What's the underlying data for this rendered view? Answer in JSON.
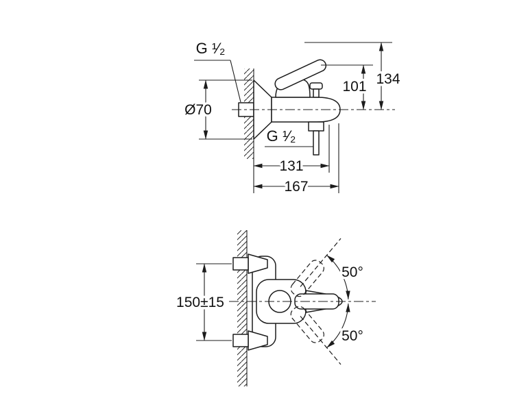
{
  "drawing": {
    "type": "technical-dimension-drawing",
    "line_color": "#1c1c1c",
    "background_color": "#ffffff",
    "views": {
      "side": {
        "thread_top": "G ¹⁄₂",
        "thread_bottom": "G ¹⁄₂",
        "flange_diameter": "Ø70",
        "height_to_lever": "101",
        "height_overall": "134",
        "depth_to_outlet": "131",
        "depth_overall": "167"
      },
      "plan": {
        "inlet_spacing": "150±15",
        "swivel_angle_upper": "50°",
        "swivel_angle_lower": "50°"
      }
    }
  }
}
